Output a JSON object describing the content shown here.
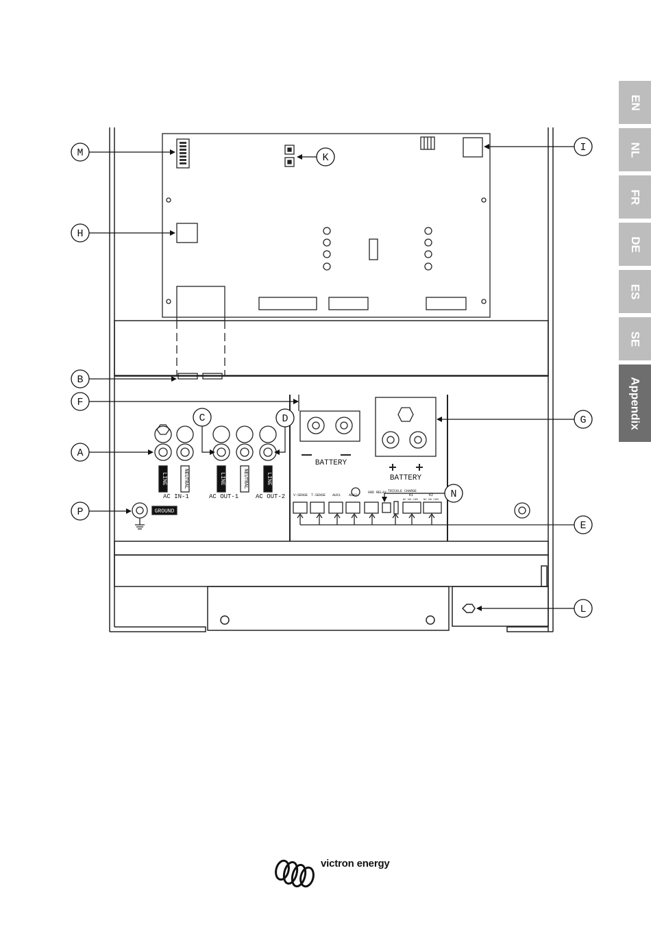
{
  "language_tabs": [
    {
      "label": "EN",
      "active": false
    },
    {
      "label": "NL",
      "active": false
    },
    {
      "label": "FR",
      "active": false
    },
    {
      "label": "DE",
      "active": false
    },
    {
      "label": "ES",
      "active": false
    },
    {
      "label": "SE",
      "active": false
    },
    {
      "label": "Appendix",
      "active": true
    }
  ],
  "callouts": {
    "M": "M",
    "K": "K",
    "I": "I",
    "H": "H",
    "B": "B",
    "F": "F",
    "C": "C",
    "D": "D",
    "G": "G",
    "A": "A",
    "N": "N",
    "P": "P",
    "E": "E",
    "L": "L"
  },
  "terminal_labels": {
    "line": "LINE",
    "neutral": "NEUTRAL",
    "ac_in_1": "AC IN-1",
    "ac_out_1": "AC OUT-1",
    "ac_out_2": "AC OUT-2",
    "ground": "GROUND",
    "battery_neg": "BATTERY",
    "battery_pos": "BATTERY",
    "minus": "−",
    "plus": "+"
  },
  "connector_labels": {
    "v_sense": "V-SENSE",
    "t_sense": "T-SENSE",
    "aux1": "AUX1",
    "aux2": "AUX2",
    "gnd_relay": "GND RELAY",
    "trickle_charge": "TRICKLE CHARGE",
    "k1": "K1",
    "k2": "K2",
    "nc_no_com_1": "NC NO COM",
    "nc_no_com_2": "NC NO COM"
  },
  "footer": {
    "brand": "victron energy"
  }
}
